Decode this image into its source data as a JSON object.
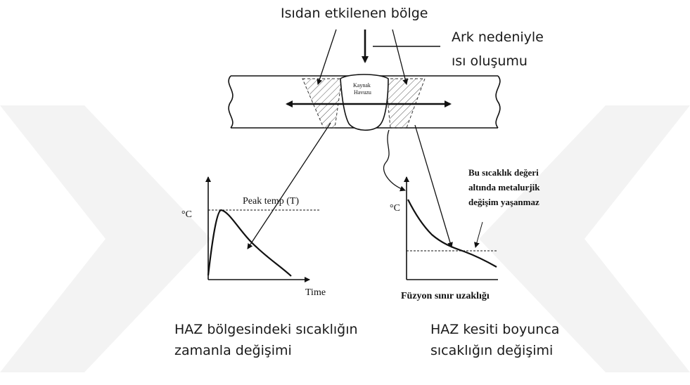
{
  "heading": "Isıdan etkilenen bölge",
  "arc_label": [
    "Ark nedeniyle",
    "ısı oluşumu"
  ],
  "weld_pool_label": [
    "Kaynak",
    "Havuzu"
  ],
  "left_graph": {
    "y_unit": "°C",
    "x_label": "Time",
    "peak_label": "Peak temp (T)"
  },
  "right_graph": {
    "y_unit": "°C",
    "x_label": "Füzyon sınır uzaklığı",
    "threshold_note": [
      "Bu sıcaklık değeri",
      "altında metalurjik",
      "değişim yaşanmaz"
    ]
  },
  "captions": {
    "left": [
      "HAZ bölgesindeki sıcaklığın",
      "zamanla değişimi"
    ],
    "right": [
      "HAZ kesiti boyunca",
      "sıcaklığın değişimi"
    ]
  },
  "colors": {
    "background": "#ffffff",
    "line": "#111111",
    "watermark": "#f2f2f2"
  }
}
